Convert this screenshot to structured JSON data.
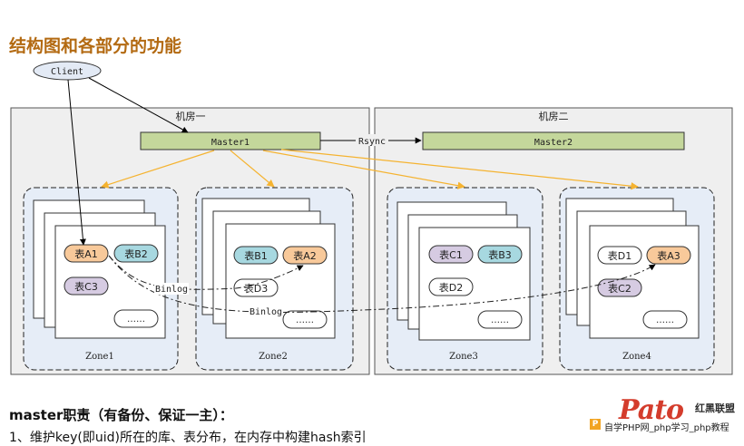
{
  "title": "结构图和各部分的功能",
  "client": "Client",
  "rooms": [
    {
      "label": "机房一",
      "master": "Master1"
    },
    {
      "label": "机房二",
      "master": "Master2"
    }
  ],
  "rsync": "Rsync",
  "binlog_labels": [
    "Binlog",
    "Binlog"
  ],
  "zones": [
    {
      "label": "Zone1",
      "tables": [
        "表A1",
        "表B2",
        "表C3"
      ],
      "more": "……"
    },
    {
      "label": "Zone2",
      "tables": [
        "表B1",
        "表A2",
        "表D3"
      ],
      "more": "……"
    },
    {
      "label": "Zone3",
      "tables": [
        "表C1",
        "表B3",
        "表D2"
      ],
      "more": "……"
    },
    {
      "label": "Zone4",
      "tables": [
        "表D1",
        "表A3",
        "表C2"
      ],
      "more": "……"
    }
  ],
  "bottom": {
    "heading": "master职责（有备份、保证一主）：",
    "line": "1、维护key(即uid)所在的库、表分布，在内存中构建hash索引"
  },
  "watermark": {
    "logo": "Pato",
    "brand": "红黑联盟",
    "tagline": "自学PHP网_php学习_php教程",
    "icon": "P"
  },
  "colors": {
    "title": "#b36a12",
    "master_fill": "#c4d79b",
    "zone_fill": "#e6edf7",
    "room_fill": "#efefef",
    "arrow_orange": "#f5b330",
    "table_orange": "#f8c99a",
    "table_blue": "#a7d8e0",
    "table_purple": "#d6cbe2",
    "table_white": "#ffffff",
    "client_fill": "#e3eaf5"
  }
}
